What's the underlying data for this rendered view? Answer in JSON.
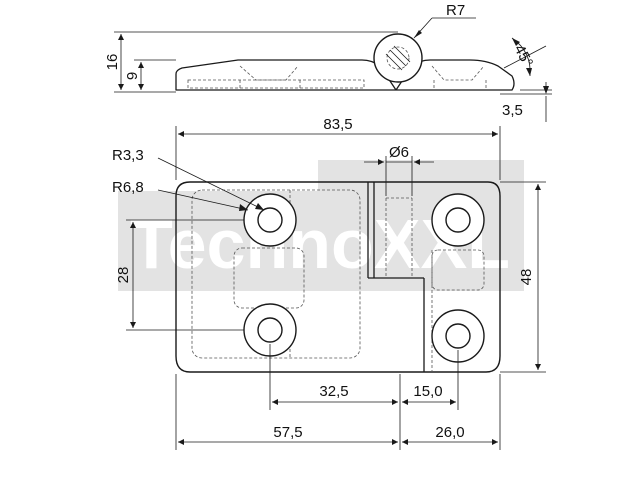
{
  "watermark": {
    "brand": "TechnoXXL"
  },
  "side_view": {
    "radius_label": "R7",
    "height_label": "16",
    "leaf_thickness_label": "9",
    "angle_label": "45°",
    "offset_label": "3,5"
  },
  "front_view": {
    "width_label": "83,5",
    "pin_diameter_label": "Ø6",
    "hole_radius_label": "R3,3",
    "counterbore_radius_label": "R6,8",
    "hole_pitch_vertical_label": "28",
    "height_label": "48",
    "hole_distance_left_label": "32,5",
    "hole_distance_right_label": "15,0",
    "left_leaf_label": "57,5",
    "right_leaf_label": "26,0"
  },
  "colors": {
    "line": "#1a1a1a",
    "hidden": "#555555",
    "watermark": "#d9d9d9"
  }
}
